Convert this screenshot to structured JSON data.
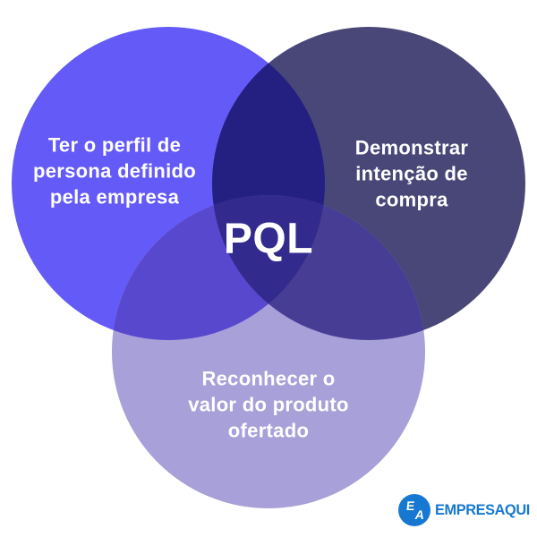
{
  "background_color": "#FFFFFF",
  "text_color": "#FFFFFF",
  "venn": {
    "center_label": "PQL",
    "circles": {
      "left": {
        "lines": [
          "Ter o perfil de",
          "persona definido",
          "pela empresa"
        ],
        "color": "#645AF8"
      },
      "right": {
        "lines": [
          "Demonstrar",
          "intenção de",
          "compra"
        ],
        "color": "#494778"
      },
      "bottom": {
        "lines": [
          "Reconhecer o",
          "valor do produto",
          "ofertado"
        ],
        "color": "#A8A0D8"
      }
    },
    "overlaps": {
      "left_right": "#232082",
      "left_bottom": "#5848CE",
      "right_bottom": "#473D94",
      "center": "#322B8D"
    }
  },
  "brand": {
    "monogram_letters": [
      "E",
      "A"
    ],
    "name": "EMPRESAQUI",
    "color": "#1778D2"
  }
}
